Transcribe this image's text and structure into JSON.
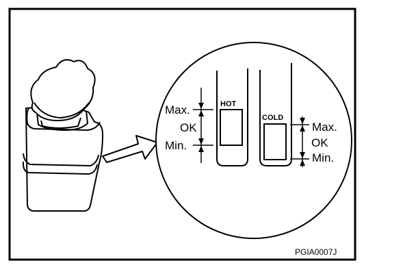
{
  "diagram": {
    "code": "PGIA0007J",
    "hot_gauge": {
      "tag": "HOT",
      "max_label": "Max.",
      "ok_label": "OK",
      "min_label": "Min."
    },
    "cold_gauge": {
      "tag": "COLD",
      "max_label": "Max.",
      "ok_label": "OK",
      "min_label": "Min."
    },
    "colors": {
      "ink": "#000000",
      "paper": "#ffffff"
    }
  }
}
